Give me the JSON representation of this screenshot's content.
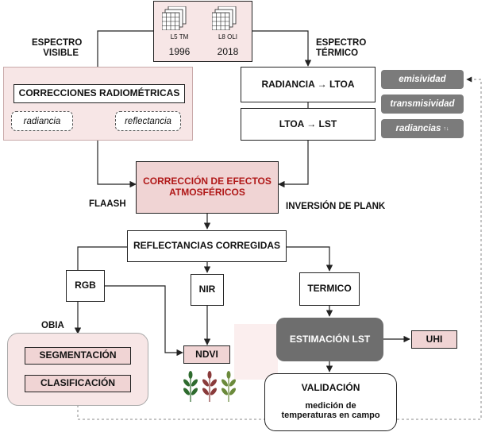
{
  "satellites": {
    "l5_label": "L5 TM",
    "l8_label": "L8 OLI",
    "year_l5": "1996",
    "year_l8": "2018"
  },
  "labels": {
    "espectro_visible_1": "ESPECTRO",
    "espectro_visible_2": "VISIBLE",
    "espectro_termico_1": "ESPECTRO",
    "espectro_termico_2": "TÉRMICO",
    "flaash": "FLAASH",
    "inversion_plank": "INVERSIÓN DE PLANK",
    "obia": "OBIA"
  },
  "boxes": {
    "correcciones_radiometricas": "CORRECCIONES RADIOMÉTRICAS",
    "radiancia": "radiancia",
    "reflectancia": "reflectancia",
    "radiancia_ltoa": "RADIANCIA → LTOA",
    "ltoa_lst": "LTOA → LST",
    "correccion_1": "CORRECCIÓN DE EFECTOS",
    "correccion_2": "ATMOSFÉRICOS",
    "reflectancias_corregidas": "REFLECTANCIAS CORREGIDAS",
    "rgb": "RGB",
    "nir": "NIR",
    "termico": "TERMICO",
    "segmentacion": "SEGMENTACIÓN",
    "clasificacion": "CLASIFICACIÓN",
    "ndvi": "NDVI",
    "estimacion_lst": "ESTIMACIÓN LST",
    "uhi": "UHI",
    "validacion": "VALIDACIÓN",
    "medicion_1": "medición de",
    "medicion_2": "temperaturas en campo"
  },
  "params": {
    "emisividad": "emisividad",
    "transmisividad": "transmisividad",
    "radiancias": "radiancias",
    "radiancias_sup": "↑↓"
  },
  "colors": {
    "accent_red": "#b01818",
    "pink_light": "#f7e6e6",
    "pink_dark": "#f0d4d4",
    "grey_param": "#7b7b7b",
    "grey_lst": "#6e6e6e"
  }
}
